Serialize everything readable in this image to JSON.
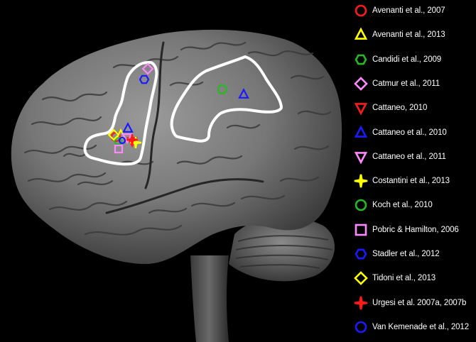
{
  "legend": {
    "items": [
      {
        "label": "Avenanti et al.,  2007",
        "symbol": "circle",
        "color": "#ff1a1a",
        "fill": false
      },
      {
        "label": "Avenanti et al., 2013",
        "symbol": "triangle-up",
        "color": "#ffff00",
        "fill": false
      },
      {
        "label": "Candidi et al., 2009",
        "symbol": "hexagon",
        "color": "#22bb22",
        "fill": false
      },
      {
        "label": "Catmur et al., 2011",
        "symbol": "diamond",
        "color": "#ff88ff",
        "fill": false
      },
      {
        "label": "Cattaneo, 2010",
        "symbol": "triangle-down",
        "color": "#ff1a1a",
        "fill": false
      },
      {
        "label": "Cattaneo et al., 2010",
        "symbol": "triangle-up",
        "color": "#1a1aff",
        "fill": false
      },
      {
        "label": "Cattaneo et al., 2011",
        "symbol": "triangle-down",
        "color": "#ff88ff",
        "fill": false
      },
      {
        "label": "Costantini et al., 2013",
        "symbol": "star4",
        "color": "#ffff00",
        "fill": true
      },
      {
        "label": "Koch et al., 2010",
        "symbol": "circle",
        "color": "#22bb22",
        "fill": false
      },
      {
        "label": "Pobric & Hamilton, 2006",
        "symbol": "square",
        "color": "#ff88ff",
        "fill": false
      },
      {
        "label": "Stadler et al., 2012",
        "symbol": "hexagon",
        "color": "#1a1aff",
        "fill": false
      },
      {
        "label": "Tidoni et al., 2013",
        "symbol": "diamond",
        "color": "#ffff00",
        "fill": false
      },
      {
        "label": "Urgesi et al. 2007a, 2007b",
        "symbol": "star4",
        "color": "#ff1a1a",
        "fill": true
      },
      {
        "label": "Van Kemenade et al., 2012",
        "symbol": "circle",
        "color": "#1a1aff",
        "fill": false
      }
    ]
  },
  "brain": {
    "background": "#000000",
    "cortex_color": "#7a7a7a",
    "roi_outline_color": "#ffffff",
    "regions": [
      {
        "name": "premotor-cortex-region"
      },
      {
        "name": "posterior-parietal-region"
      }
    ]
  }
}
